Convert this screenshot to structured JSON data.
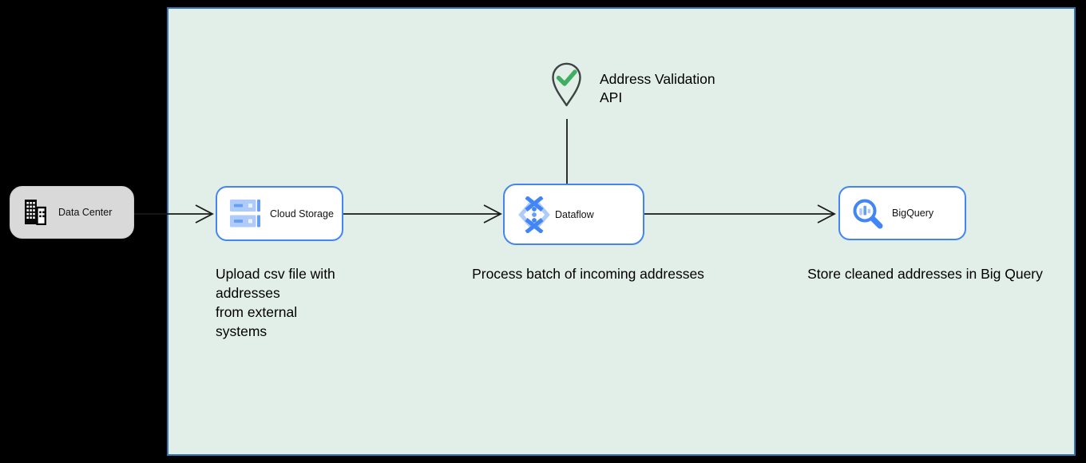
{
  "diagram": {
    "external_node": {
      "label": "Data Center"
    },
    "boundary_nodes": {
      "cloud_storage": {
        "label": "Cloud Storage"
      },
      "dataflow": {
        "label": "Dataflow"
      },
      "bigquery": {
        "label": "BigQuery"
      }
    },
    "api_marker": {
      "label": "Address Validation\nAPI"
    },
    "notes": {
      "cloud_storage": "Upload csv file with\naddresses\nfrom external\nsystems",
      "dataflow": "Process batch of incoming addresses",
      "bigquery": "Store cleaned addresses in Big Query"
    },
    "edges": [
      {
        "from": "data-center",
        "to": "cloud-storage",
        "direction": "right"
      },
      {
        "from": "cloud-storage",
        "to": "dataflow",
        "direction": "right"
      },
      {
        "from": "dataflow",
        "to": "bigquery",
        "direction": "right"
      },
      {
        "from": "address-validation-api",
        "to": "dataflow",
        "direction": "down"
      }
    ],
    "colors": {
      "canvas_background": "#000000",
      "boundary_fill": "#e2efe8",
      "boundary_border": "#2d76b8",
      "node_border_blue": "#4285f4",
      "external_node_fill": "#d9d9d9",
      "icon_blue_light": "#aecbfa",
      "icon_blue_medium": "#669df6",
      "icon_blue_dark": "#4285f4",
      "pin_outline": "#3d4345",
      "check_green": "#3fad62",
      "arrow_color": "#1a1a1a"
    }
  }
}
